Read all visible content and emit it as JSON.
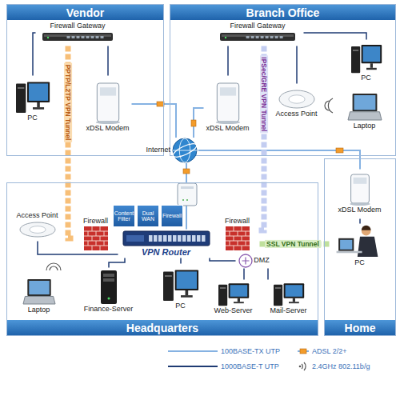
{
  "diagram": {
    "nodes": [
      {
        "text": [
          "Vendor"
        ]
      },
      {
        "text": [
          "Firewall Gateway"
        ],
        "in": 0
      },
      {
        "text": [
          "PC"
        ],
        "in": 0
      },
      {
        "text": [
          "xDSL Modem"
        ],
        "in": 0
      },
      {
        "text": [
          "Branch Office"
        ]
      },
      {
        "text": [
          "Firewall Gateway"
        ],
        "in": 4
      },
      {
        "text": [
          "PC"
        ],
        "in": 4
      },
      {
        "text": [
          "xDSL Modem"
        ],
        "in": 4
      },
      {
        "text": [
          "Access Point"
        ],
        "in": 4
      },
      {
        "text": [
          "Laptop"
        ],
        "in": 4
      },
      {
        "text": [
          "Internet"
        ]
      },
      {
        "text": [
          "Headquarters"
        ]
      },
      {
        "text": [
          "Firewall"
        ],
        "in": 11
      },
      {
        "text": [
          "VPN Router"
        ],
        "in": 11
      },
      {
        "text": [
          "Firewall"
        ],
        "in": 11
      },
      {
        "text": [
          "Access Point"
        ],
        "in": 11
      },
      {
        "text": [
          "Laptop"
        ],
        "in": 11
      },
      {
        "text": [
          "Finance-Server"
        ],
        "in": 11
      },
      {
        "text": [
          "PC"
        ],
        "in": 11
      },
      {
        "text": [
          "Web-Server"
        ],
        "in": 11
      },
      {
        "text": [
          "Mail-Server"
        ],
        "in": 11
      },
      {
        "text": [
          "DMZ"
        ],
        "in": 11
      },
      {
        "text": [
          "Home"
        ]
      },
      {
        "text": [
          "xDSL Modem"
        ],
        "in": 22
      },
      {
        "text": [
          "PC"
        ],
        "in": 22
      }
    ],
    "edges": [
      {
        "from": 1,
        "to": 2,
        "arrow": "none"
      },
      {
        "from": 1,
        "to": 3,
        "arrow": "none"
      },
      {
        "from": 3,
        "to": 10,
        "arrow": "none"
      },
      {
        "from": 5,
        "to": 6,
        "arrow": "none"
      },
      {
        "from": 5,
        "to": 7,
        "arrow": "none"
      },
      {
        "from": 5,
        "to": 8,
        "arrow": "none"
      },
      {
        "from": 7,
        "to": 10,
        "arrow": "none"
      },
      {
        "from": 10,
        "to": 13,
        "arrow": "none"
      },
      {
        "from": 10,
        "to": 23,
        "arrow": "none"
      },
      {
        "from": 23,
        "to": 24,
        "arrow": "none"
      },
      {
        "from": 13,
        "to": 15,
        "arrow": "none"
      },
      {
        "from": 13,
        "to": 17,
        "arrow": "none"
      },
      {
        "from": 13,
        "to": 18,
        "arrow": "none"
      },
      {
        "from": 13,
        "to": 21,
        "arrow": "none"
      },
      {
        "from": 21,
        "to": 19,
        "arrow": "none"
      },
      {
        "from": 21,
        "to": 20,
        "arrow": "none"
      },
      {
        "from": 1,
        "to": 12,
        "label": "PPTP/L2TP VPN Tunnel",
        "arrow": "none"
      },
      {
        "from": 5,
        "to": 14,
        "label": "IPSec/GRE VPN Tunnel",
        "arrow": "none"
      },
      {
        "from": 24,
        "to": 14,
        "label": "SSL VPN Tunnel",
        "arrow": "none"
      }
    ],
    "labels": [
      "Content Filter",
      "Dual WAN",
      "Firewall"
    ],
    "legend": [
      {
        "text": "100BASE-TX UTP"
      },
      {
        "text": "ADSL 2/2+"
      },
      {
        "text": "1000BASE-T UTP"
      },
      {
        "text": "2.4GHz 802.11b/g"
      }
    ]
  }
}
